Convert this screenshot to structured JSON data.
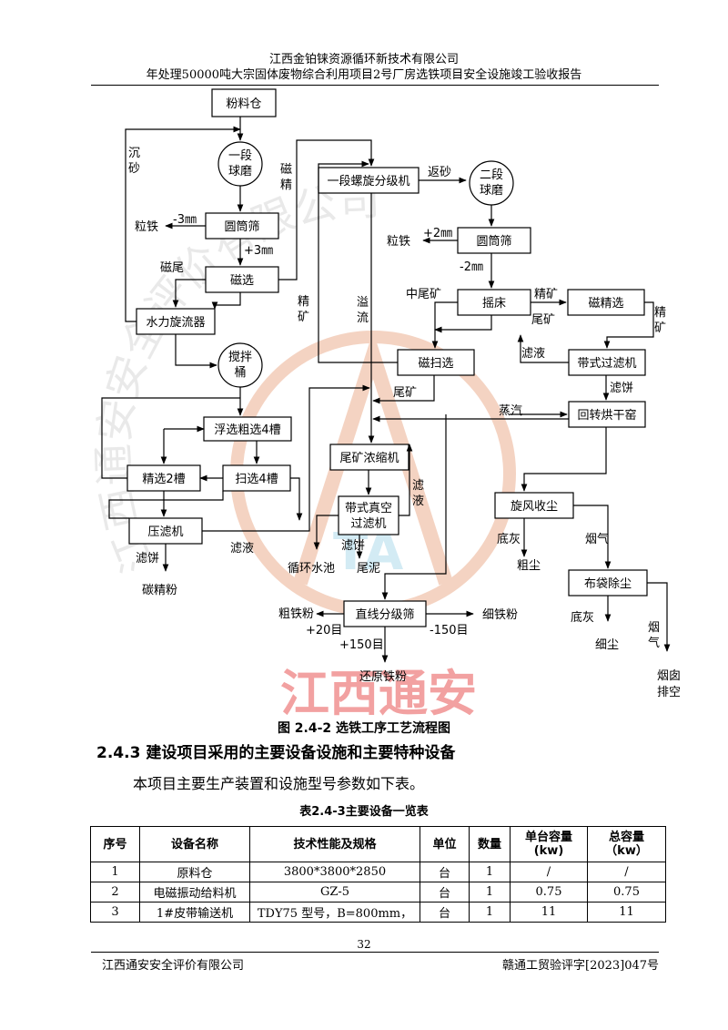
{
  "header": {
    "company": "江西金铂铼资源循环新技术有限公司",
    "report": "年处理50000吨大宗固体废物综合利用项目2号厂房选铁项目安全设施竣工验收报告"
  },
  "flowchart": {
    "nodes": {
      "fenliaocang": "粉料仓",
      "yiduan_qiumo_1": "一段",
      "yiduan_qiumo_2": "球磨",
      "yuantongshai_1": "圆筒筛",
      "cixuan": "磁选",
      "shuilixuanliuqi": "水力旋流器",
      "jiaobantong_1": "搅拌",
      "jiaobantong_2": "桶",
      "fuxuan_cu": "浮选粗选4槽",
      "jingxuan": "精选2槽",
      "saoxuan": "扫选4槽",
      "yalvji": "压滤机",
      "luoxuan": "一段螺旋分级机",
      "erduan_qiumo_1": "二段",
      "erduan_qiumo_2": "球磨",
      "yuantongshai_2": "圆筒筛",
      "yaochuang": "摇床",
      "cijingxuan": "磁精选",
      "cisaoxuan": "磁扫选",
      "daishi_lvji": "带式过滤机",
      "huizhuan_yao": "回转烘干窑",
      "weikuang_nongsuo": "尾矿浓缩机",
      "daishi_zhenkong_1": "带式真空",
      "daishi_zhenkong_2": "过滤机",
      "xuanfeng": "旋风收尘",
      "budai": "布袋除尘",
      "zhixian_shai": "直线分级筛"
    },
    "labels": {
      "chensha_1": "沉",
      "chensha_2": "砂",
      "cijing_1": "磁",
      "cijing_2": "精",
      "litie_1": "粒铁",
      "minus3": "-3㎜",
      "plus3": "+3㎜",
      "ciwei": "磁尾",
      "jingkuang_1": "精",
      "jingkuang_2": "矿",
      "yiliu_1": "溢",
      "yiliu_2": "流",
      "fansha": "返砂",
      "litie_2": "粒铁",
      "plus2": "+2㎜",
      "minus2": "-2㎜",
      "zhongweikuang": "中尾矿",
      "jingkuang_h": "精矿",
      "weikuang_h": "尾矿",
      "jingkuang_r1": "精",
      "jingkuang_r2": "矿",
      "lvye_1": "滤液",
      "lvbing_1": "滤饼",
      "weikuang_2": "尾矿",
      "zhengqi": "蒸汽",
      "lvye_v1": "滤",
      "lvye_v2": "液",
      "lvbing_2": "滤饼",
      "tanjingfen": "碳精粉",
      "lvye_2": "滤液",
      "xunhuanshuichi": "循环水池",
      "lvbing_3": "滤饼",
      "weini": "尾泥",
      "dihui_1": "底灰",
      "yanqi_1": "烟气",
      "cuchen": "粗尘",
      "dihui_2": "底灰",
      "xichen": "细尘",
      "yanqi_v1": "烟",
      "yanqi_v2": "气",
      "yancong_1": "烟囱",
      "yancong_2": "排空",
      "cutiefen": "粗铁粉",
      "xitiefen": "细铁粉",
      "plus20": "+20目",
      "minus150": "-150目",
      "plus150": "+150目",
      "huanyuantiefen": "还原铁粉"
    },
    "watermark": {
      "name": "江西通安",
      "arc": "江西通安安全评价有限公司",
      "letters": "TA",
      "color": "#e8a07a"
    }
  },
  "figure_caption": "图 2.4-2  选铁工序工艺流程图",
  "section": {
    "number": "2.4.3",
    "title": "建设项目采用的主要设备设施和主要特种设备"
  },
  "intro": "本项目主要生产装置和设施型号参数如下表。",
  "table": {
    "caption": "表2.4-3主要设备一览表",
    "headers": {
      "no": "序号",
      "name": "设备名称",
      "spec": "技术性能及规格",
      "unit": "单位",
      "qty": "数量",
      "cap1": "单台容量",
      "cap2": "总容量",
      "kw": "(kw)",
      "kw2": "（kw）"
    },
    "rows": [
      {
        "no": "1",
        "name": "原料仓",
        "spec": "3800*3800*2850",
        "unit": "台",
        "qty": "1",
        "single": "/",
        "total": "/"
      },
      {
        "no": "2",
        "name": "电磁振动给料机",
        "spec": "GZ-5",
        "unit": "台",
        "qty": "1",
        "single": "0.75",
        "total": "0.75"
      },
      {
        "no": "3",
        "name": "1#皮带输送机",
        "spec": "TDY75 型号，B=800mm，",
        "unit": "台",
        "qty": "1",
        "single": "11",
        "total": "11"
      }
    ]
  },
  "footer": {
    "page": "32",
    "company": "江西通安安全评价有限公司",
    "doc_no": "赣通工贸验评字[2023]047号"
  }
}
